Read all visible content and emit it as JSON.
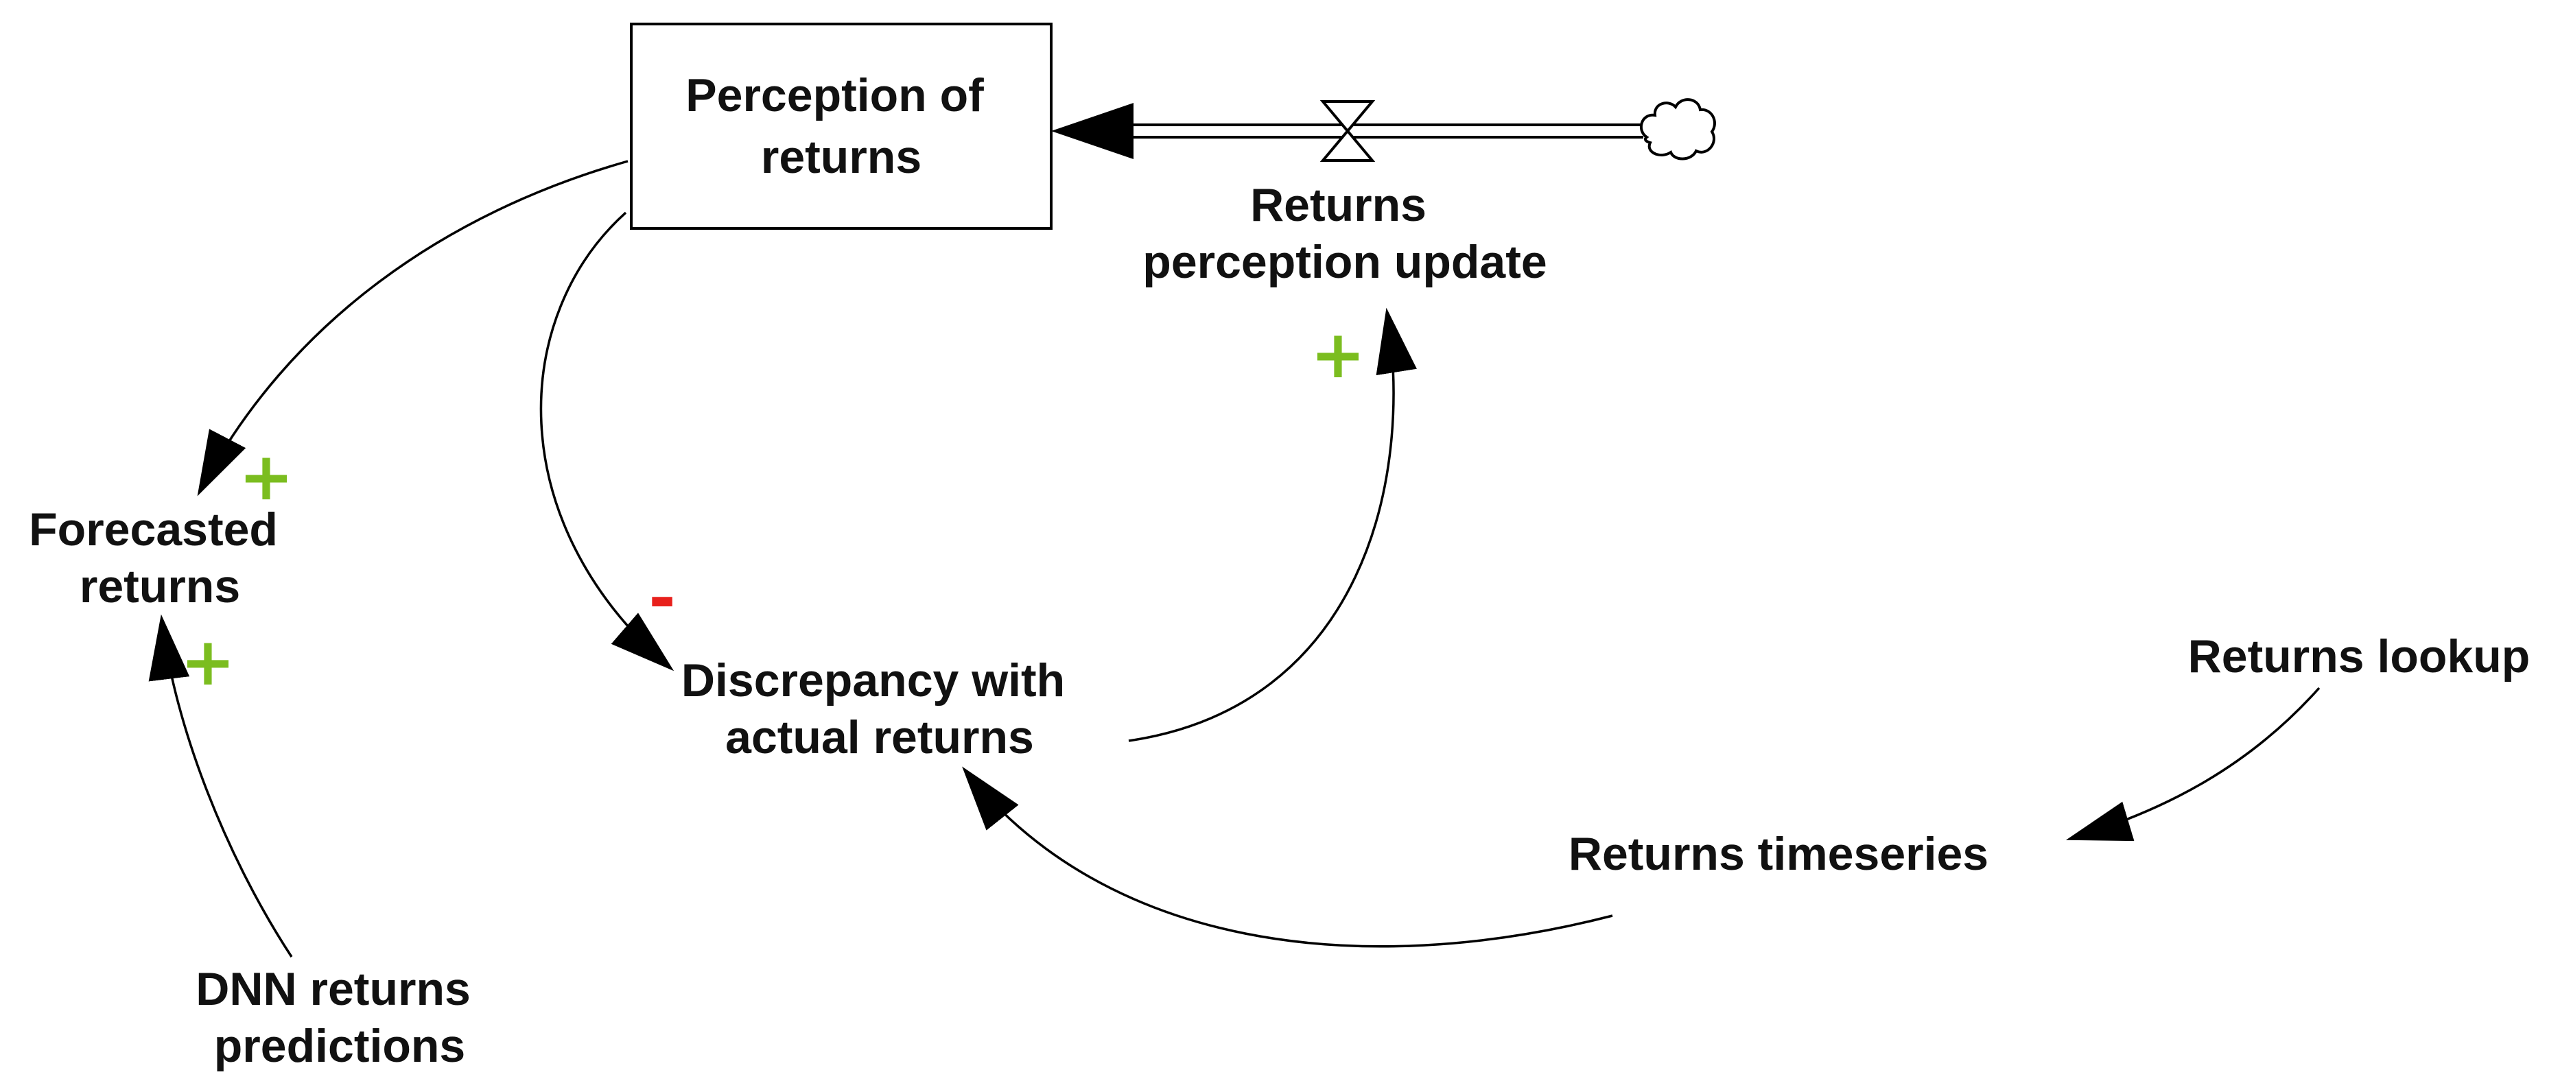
{
  "nodes": {
    "perception_stock": {
      "lines": [
        "Perception of",
        "returns"
      ]
    },
    "update_flow": {
      "lines": [
        "Returns",
        "perception update"
      ]
    },
    "forecasted": {
      "lines": [
        "Forecasted",
        "returns"
      ]
    },
    "discrepancy": {
      "lines": [
        "Discrepancy with",
        "actual returns"
      ]
    },
    "lookup": {
      "lines": [
        "Returns lookup"
      ]
    },
    "timeseries": {
      "lines": [
        "Returns timeseries"
      ]
    },
    "dnn": {
      "lines": [
        "DNN returns",
        "predictions"
      ]
    }
  },
  "links": [
    {
      "from": "perception_stock",
      "to": "forecasted",
      "polarity": "+"
    },
    {
      "from": "perception_stock",
      "to": "discrepancy",
      "polarity": "-"
    },
    {
      "from": "discrepancy",
      "to": "update_flow",
      "polarity": "+"
    },
    {
      "from": "dnn",
      "to": "forecasted",
      "polarity": "+"
    },
    {
      "from": "lookup",
      "to": "timeseries",
      "polarity": ""
    },
    {
      "from": "timeseries",
      "to": "discrepancy",
      "polarity": ""
    }
  ],
  "colors": {
    "positive": "#7bbd1f",
    "negative": "#e8201c",
    "ink": "#000000"
  },
  "icons": {
    "flow_valve": "hourglass-valve-icon",
    "source": "cloud-icon"
  }
}
